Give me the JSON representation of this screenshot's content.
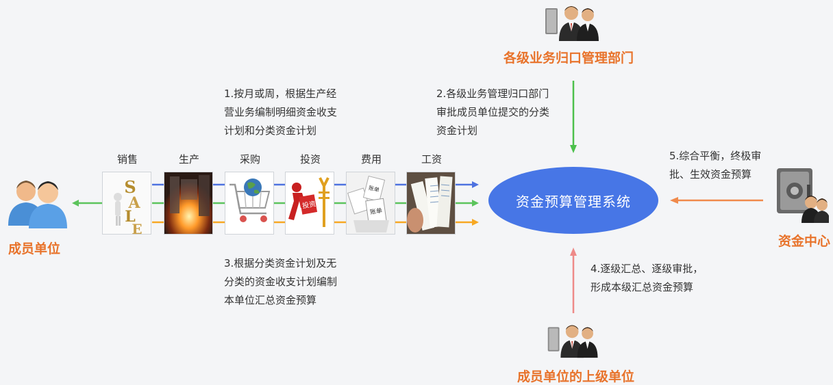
{
  "diagram": {
    "center": "资金预算管理系统",
    "nodes": {
      "dept": "各级业务归口管理部门",
      "member": "成员单位",
      "fund_center": "资金中心",
      "superior": "成员单位的上级单位"
    },
    "categories": [
      "销售",
      "生产",
      "采购",
      "投资",
      "费用",
      "工资"
    ],
    "steps": {
      "s1": [
        "1.按月或周，根据生产经",
        "营业务编制明细资金收支",
        "计划和分类资金计划"
      ],
      "s2": [
        "2.各级业务管理归口部门",
        "审批成员单位提交的分类",
        "资金计划"
      ],
      "s3": [
        "3.根据分类资金计划及无",
        "分类的资金收支计划编制",
        "本单位汇总资金预算"
      ],
      "s4": [
        "4.逐级汇总、逐级审批，",
        "形成本级汇总资金预算"
      ],
      "s5": [
        "5.综合平衡，终极审",
        "批、生效资金预算"
      ]
    },
    "thumb_text": {
      "sale": [
        "S",
        "A",
        "L",
        "E"
      ],
      "invest": "投资",
      "ticket_a": "账单",
      "ticket_b": "账单"
    },
    "colors": {
      "orange": "#e8732b",
      "ellipse": "#4776e6",
      "line_blue": "#4e72e0",
      "line_green": "#5cc45c",
      "line_orange": "#f7a823",
      "arrow_green": "#5cc45c",
      "arrow_down": "#4cc04c",
      "arrow_orange": "#f08a4b",
      "arrow_up": "#ee8a88"
    },
    "icons": [
      "businessmen-icon",
      "safe-with-people-icon",
      "two-users-icon"
    ]
  }
}
